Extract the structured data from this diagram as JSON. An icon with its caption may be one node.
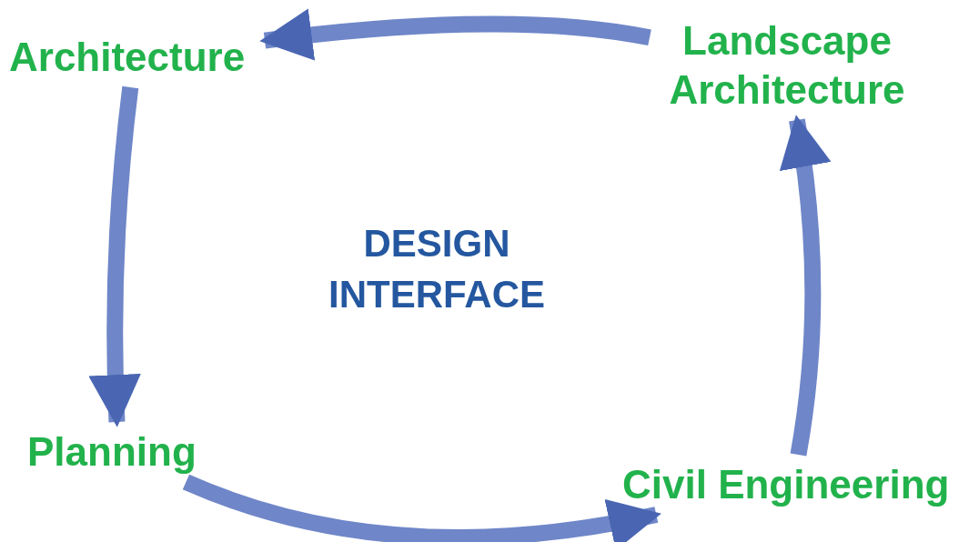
{
  "diagram": {
    "nodes": [
      {
        "text": [
          "Architecture"
        ]
      },
      {
        "text": [
          "Landscape Architecture"
        ]
      },
      {
        "text": [
          "Civil Engineering"
        ]
      },
      {
        "text": [
          "Planning"
        ]
      }
    ],
    "edges": [
      {
        "from": 1,
        "to": 0,
        "arrow": "to"
      },
      {
        "from": 0,
        "to": 3,
        "arrow": "to"
      },
      {
        "from": 3,
        "to": 2,
        "arrow": "to"
      },
      {
        "from": 2,
        "to": 1,
        "arrow": "to"
      }
    ],
    "labels": [
      "DESIGN INTERFACE"
    ]
  }
}
